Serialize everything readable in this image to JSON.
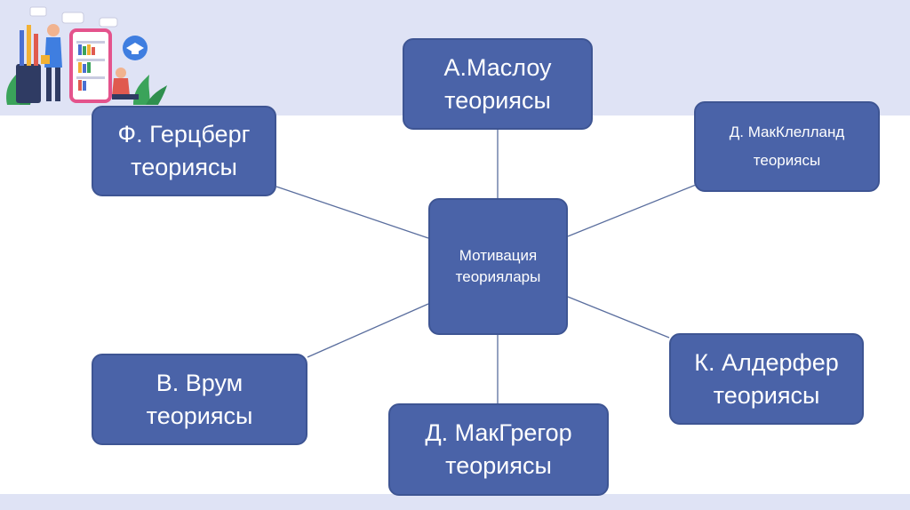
{
  "diagram": {
    "center": {
      "line1": "Мотивация",
      "line2": "теориялары"
    },
    "nodes": {
      "maslow": {
        "line1": "А.Маслоу",
        "line2": "теориясы"
      },
      "herzberg": {
        "line1": "Ф. Герцберг",
        "line2": "теориясы"
      },
      "mcclelland": {
        "line1": "Д. МакКлелланд",
        "line2": "теориясы"
      },
      "vroom": {
        "line1": "В. Врум",
        "line2": "теориясы"
      },
      "mcgregor": {
        "line1": "Д. МакГрегор",
        "line2": "теориясы"
      },
      "alderfer": {
        "line1": "К. Алдерфер",
        "line2": "теориясы"
      }
    }
  },
  "colors": {
    "node_fill": "#4a63a8",
    "node_border": "#3e5593",
    "connector": "#5a6e9e",
    "band": "#dfe3f5"
  },
  "illustration": {
    "icon": "education-illustration"
  }
}
